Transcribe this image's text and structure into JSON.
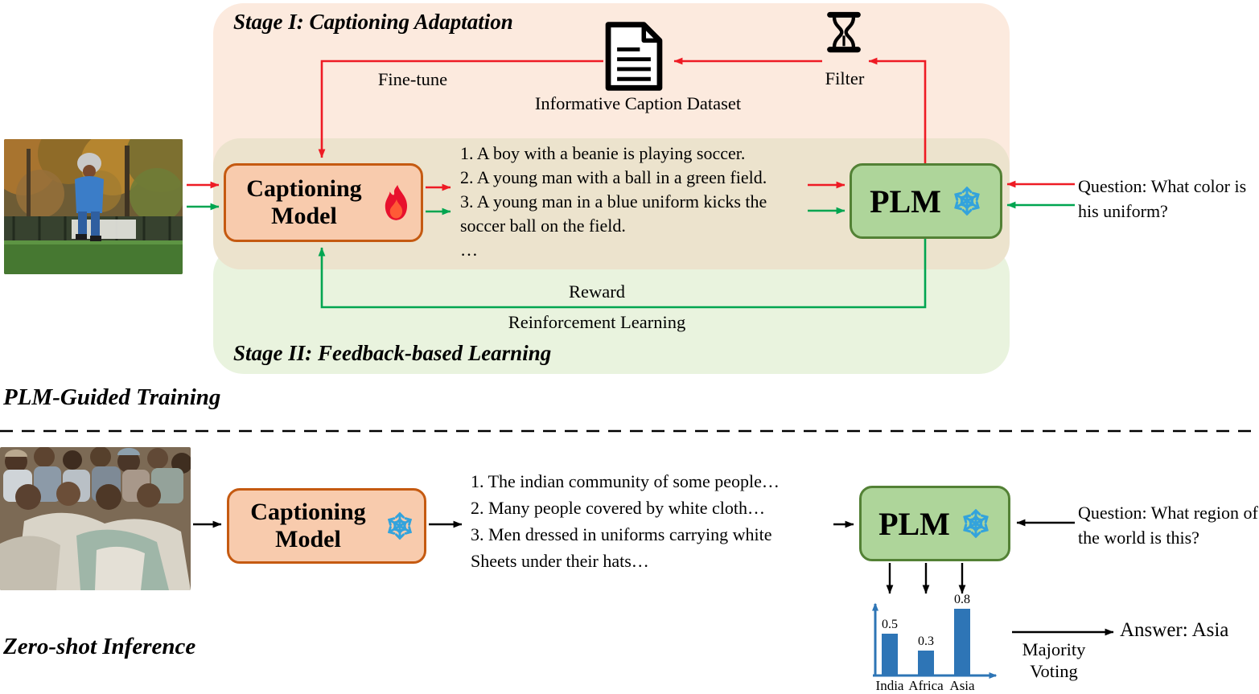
{
  "training": {
    "section_label": "PLM-Guided Training",
    "stage1_title": "Stage I: Captioning Adaptation",
    "stage2_title": "Stage II: Feedback-based Learning",
    "fine_tune_label": "Fine-tune",
    "dataset_label": "Informative Caption Dataset",
    "filter_label": "Filter",
    "captioning_model_label": "Captioning Model",
    "plm_label": "PLM",
    "caption_lines": [
      "1. A boy with a beanie is playing soccer.",
      "2. A young man with a ball in a green field.",
      "3. A young man in a blue uniform kicks the",
      "soccer ball on the field.",
      "…"
    ],
    "question": "Question: What color is his uniform?",
    "reward_label": "Reward",
    "reinforcement_label": "Reinforcement Learning"
  },
  "inference": {
    "section_label": "Zero-shot Inference",
    "captioning_model_label": "Captioning Model",
    "plm_label": "PLM",
    "caption_lines": [
      "1. The indian community of some people…",
      "2. Many people covered by white cloth…",
      "3. Men dressed in uniforms carrying white",
      "Sheets under their hats…"
    ],
    "question": "Question: What region of the world is this?",
    "majority_voting_label": "Majority Voting",
    "answer": "Answer: Asia"
  },
  "chart_data": {
    "type": "bar",
    "categories": [
      "India",
      "Africa",
      "Asia"
    ],
    "values": [
      0.5,
      0.3,
      0.8
    ],
    "title": "",
    "xlabel": "",
    "ylabel": "",
    "ylim": [
      0,
      1
    ],
    "grid": false,
    "legend": false,
    "bar_color": "#2e75b6",
    "axis_color": "#2e75b6"
  },
  "colors": {
    "stage1_bg": "#fceade",
    "stage2_bg": "#e9f3de",
    "overlap_bg": "#ece3cd",
    "model_box_bg": "#f8cbad",
    "model_box_border": "#c55a11",
    "plm_box_bg": "#aed59a",
    "plm_box_border": "#538135",
    "arrow_red": "#ee1b24",
    "arrow_green": "#00a550",
    "arrow_black": "#000000",
    "snowflake": "#33a3dc",
    "flame": "#e8112d"
  }
}
